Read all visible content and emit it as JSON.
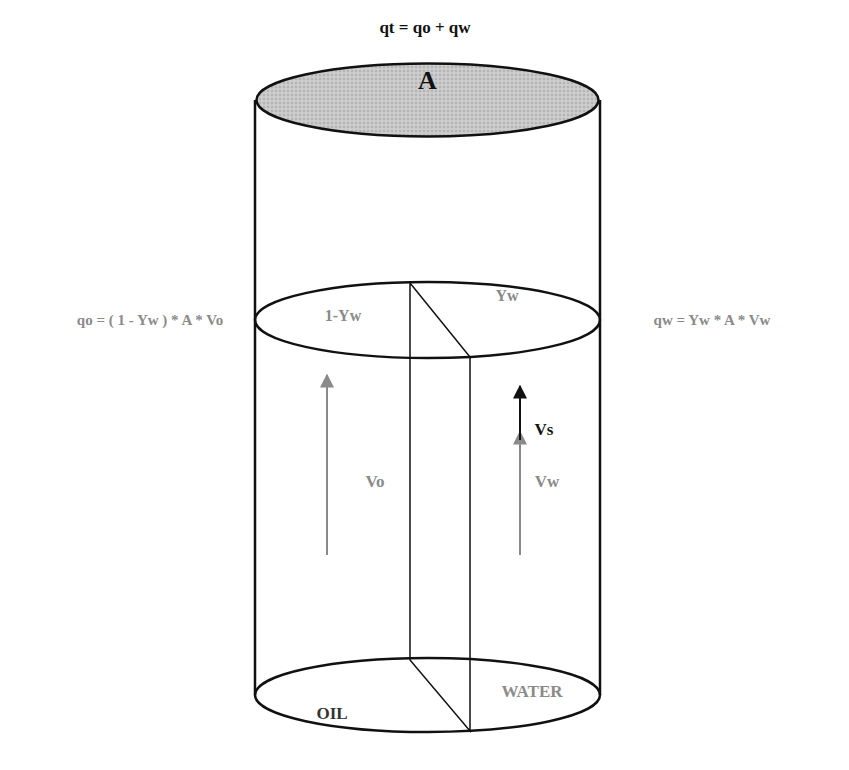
{
  "diagram": {
    "title": "qt = qo + qw",
    "nodes": [
      {
        "text": [
          "A"
        ]
      }
    ],
    "labels": [
      "qo = ( 1 - Yw ) * A * Vo",
      "qw = Yw * A * Vw",
      "1-Yw",
      "Yw",
      "Vo",
      "Vs",
      "Vw",
      "OIL",
      "WATER"
    ]
  }
}
